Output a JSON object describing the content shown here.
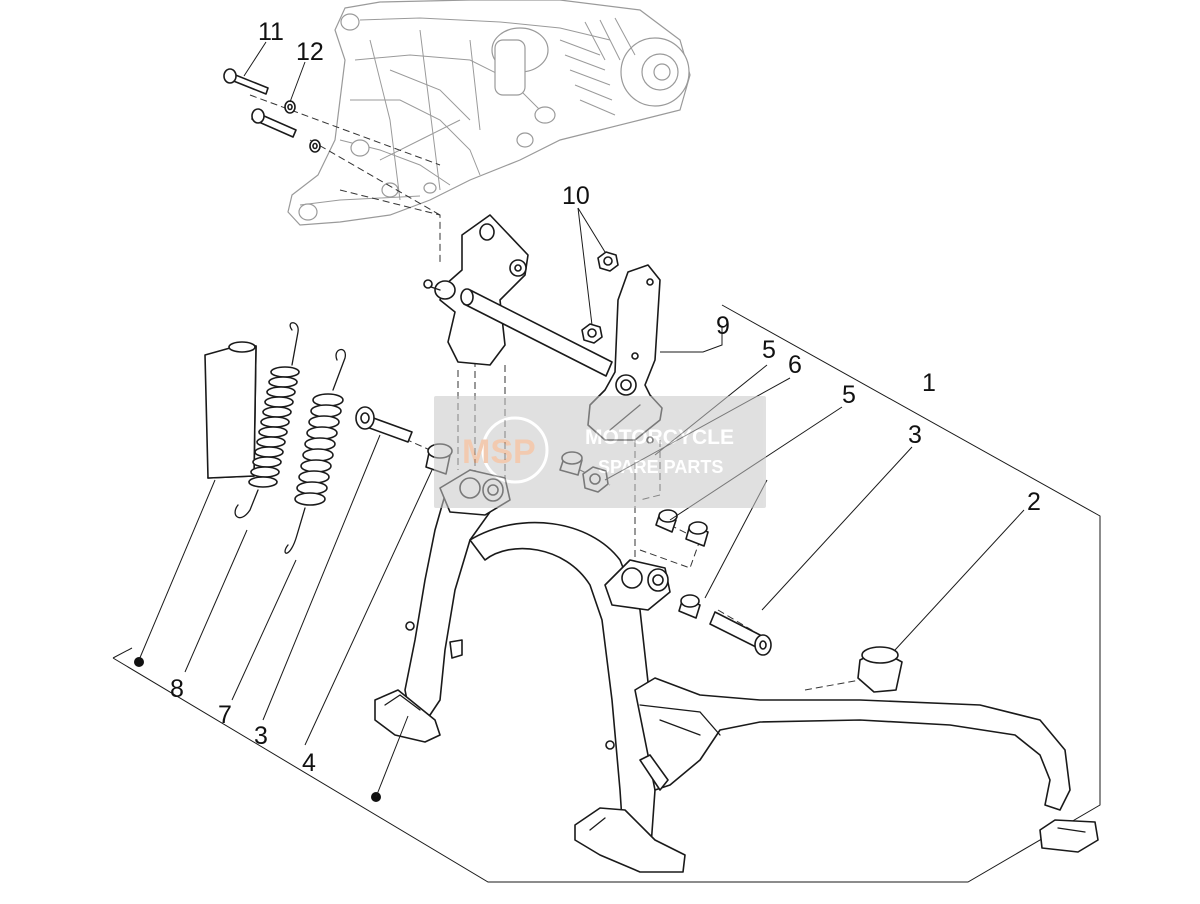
{
  "diagram": {
    "callouts": [
      {
        "id": "11",
        "label": "11"
      },
      {
        "id": "12",
        "label": "12"
      },
      {
        "id": "10",
        "label": "10"
      },
      {
        "id": "9",
        "label": "9"
      },
      {
        "id": "5a",
        "label": "5"
      },
      {
        "id": "6",
        "label": "6"
      },
      {
        "id": "1",
        "label": "1"
      },
      {
        "id": "5b",
        "label": "5"
      },
      {
        "id": "3a",
        "label": "3"
      },
      {
        "id": "2",
        "label": "2"
      },
      {
        "id": "8",
        "label": "8"
      },
      {
        "id": "7",
        "label": "7"
      },
      {
        "id": "3b",
        "label": "3"
      },
      {
        "id": "4",
        "label": "4"
      }
    ]
  },
  "watermark": {
    "logo_text": "MSP",
    "line1": "MOTORCYCLE",
    "line2": "SPARE PARTS",
    "box_color": "#c8c8c8",
    "logo_color": "#e8a070"
  }
}
